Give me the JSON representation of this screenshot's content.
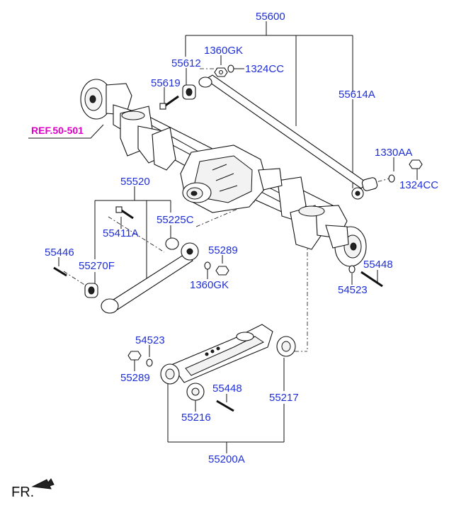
{
  "labels": {
    "p55600": "55600",
    "p55612": "55612",
    "p1360gk_top": "1360GK",
    "p1324cc_top": "1324CC",
    "p55619": "55619",
    "p55614a": "55614A",
    "ref": "REF.50-501",
    "p1330aa": "1330AA",
    "p1324cc_right": "1324CC",
    "p55520": "55520",
    "p55411a": "55411A",
    "p55225c": "55225C",
    "p55446": "55446",
    "p55270f": "55270F",
    "p55289_mid": "55289",
    "p1360gk_mid": "1360GK",
    "p55448_right": "55448",
    "p54523_right": "54523",
    "p54523_low": "54523",
    "p55289_low": "55289",
    "p55448_low": "55448",
    "p55217": "55217",
    "p55216": "55216",
    "p55200a": "55200A",
    "front": "FR."
  },
  "colors": {
    "label": "#1f2fd6",
    "ref": "#e000c8",
    "line": "#111111"
  }
}
